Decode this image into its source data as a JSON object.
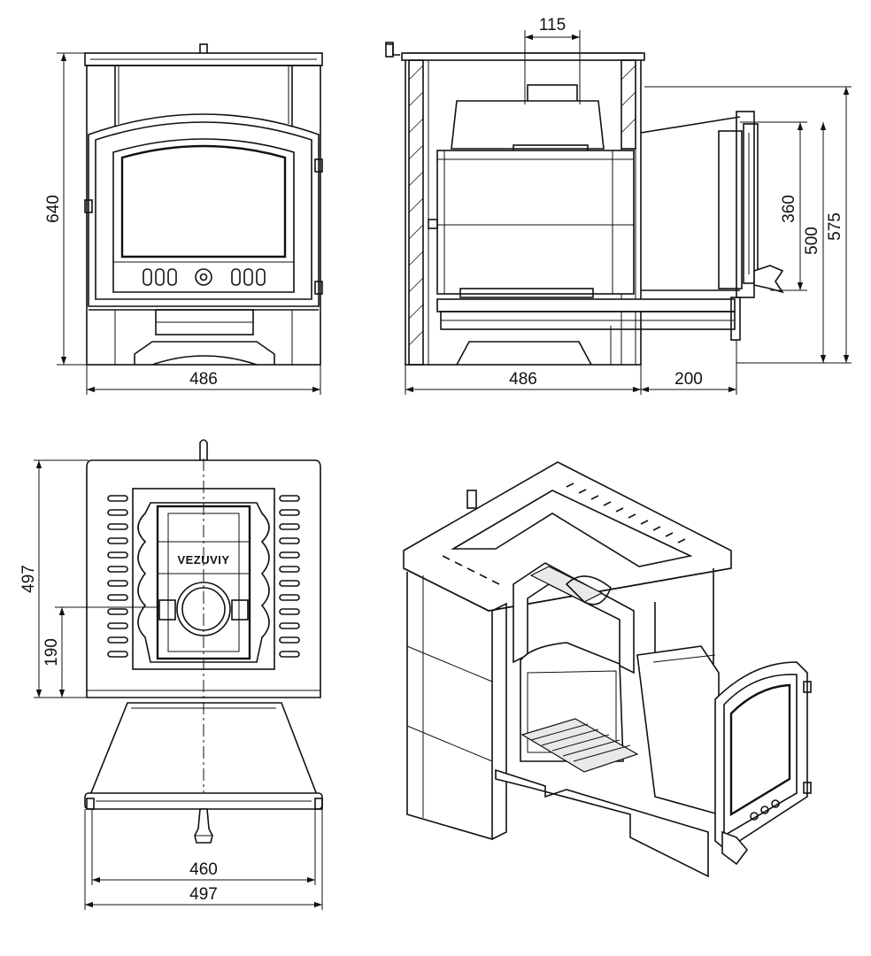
{
  "brand": "VEZUVIY",
  "dimensions": {
    "front_height": "640",
    "front_width": "486",
    "side_top_opening": "115",
    "side_depth": "486",
    "side_door_projection": "200",
    "side_firebox_height": "360",
    "side_door_height": "500",
    "side_total_height": "575",
    "top_depth": "497",
    "top_offset": "190",
    "top_door_width": "460",
    "top_width": "497"
  }
}
